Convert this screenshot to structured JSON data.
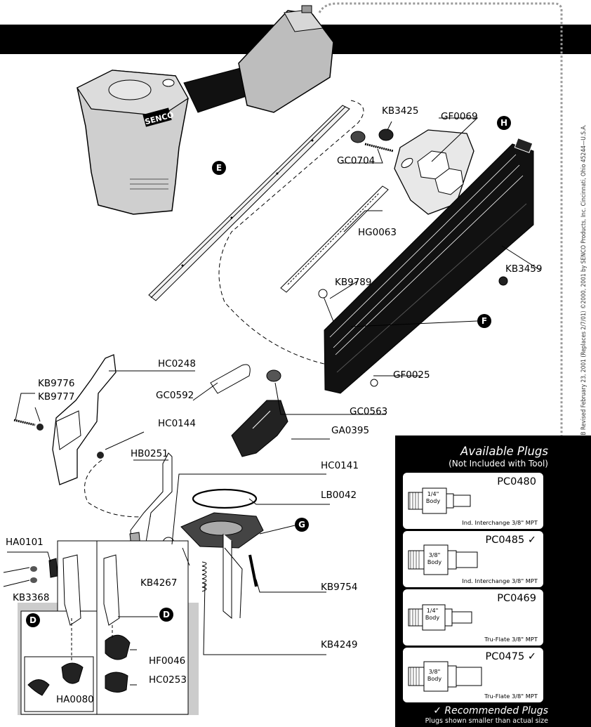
{
  "brand_label": "SENCO",
  "side_text": "NFD01B  Revised February 23, 2001  (Replaces 2/7/01)  ©2000, 2001 by SENCO Products, Inc.  Cincinnati, Ohio 45244—U.S.A.",
  "section_markers": {
    "d1": "D",
    "d2": "D",
    "e": "E",
    "f": "F",
    "g": "G",
    "h": "H"
  },
  "parts": {
    "kb3425": "KB3425",
    "gf0069": "GF0069",
    "gc0704": "GC0704",
    "hg0063": "HG0063",
    "kb3459": "KB3459",
    "kb9789": "KB9789",
    "gf0025": "GF0025",
    "hc0248": "HC0248",
    "kb9776": "KB9776",
    "kb9777": "KB9777",
    "gc0592": "GC0592",
    "gc0563": "GC0563",
    "hc0144": "HC0144",
    "ga0395": "GA0395",
    "hb0251": "HB0251",
    "hc0141": "HC0141",
    "lb0042": "LB0042",
    "ha0101": "HA0101",
    "kb3368": "KB3368",
    "kb4267": "KB4267",
    "kb9754": "KB9754",
    "kb4249": "KB4249",
    "hf0046": "HF0046",
    "hc0253": "HC0253",
    "ha0080": "HA0080"
  },
  "plugs_panel": {
    "title": "Available Plugs",
    "subtitle": "(Not Included with Tool)",
    "plugs": [
      {
        "code": "PC0480",
        "check": "",
        "body": "1/4\" Body",
        "connection": "Ind. Interchange 3/8\" MPT"
      },
      {
        "code": "PC0485",
        "check": "✓",
        "body": "3/8\" Body",
        "connection": "Ind. Interchange 3/8\" MPT"
      },
      {
        "code": "PC0469",
        "check": "",
        "body": "1/4\" Body",
        "connection": "Tru-Flate 3/8\" MPT"
      },
      {
        "code": "PC0475",
        "check": "✓",
        "body": "3/8\" Body",
        "connection": "Tru-Flate 3/8\" MPT"
      }
    ],
    "recommended": "✓ Recommended Plugs",
    "note": "Plugs shown smaller than actual size"
  }
}
